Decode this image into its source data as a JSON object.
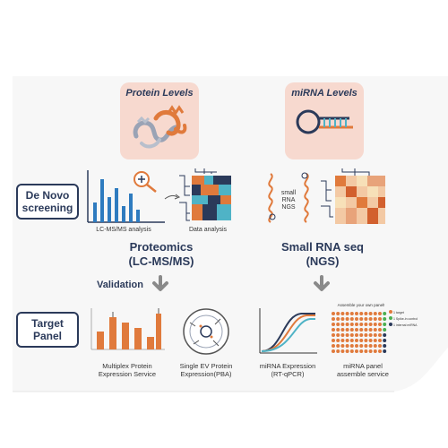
{
  "levels": {
    "protein": "Protein Levels",
    "mirna": "miRNA Levels"
  },
  "stages": {
    "de_novo": [
      "De Novo",
      "screening"
    ],
    "target": [
      "Target",
      "Panel"
    ]
  },
  "captions": {
    "lcms_analysis": "LC-MS/MS analysis",
    "data_analysis": "Data analysis",
    "small_rna": [
      "small",
      "RNA",
      "NGS"
    ],
    "multiplex": [
      "Multiplex Protein",
      "Expression Service"
    ],
    "single_ev": [
      "Single EV Protein",
      "Expression(PBA)"
    ],
    "mirna_expression": [
      "miRNA Expression",
      "(RT-qPCR)"
    ],
    "mirna_panel": [
      "miRNA panel",
      "assemble service"
    ]
  },
  "methods": {
    "proteomics": [
      "Proteomics",
      "(LC-MS/MS)"
    ],
    "small_rna_seq": [
      "Small RNA seq",
      "(NGS)"
    ]
  },
  "validation_label": "Validation",
  "panel_header": "Assemble your own panel!",
  "legend_items": [
    "1 target",
    "1 Spike-in control",
    "1 internal miRNA"
  ],
  "colors": {
    "navy": "#2b3a5a",
    "orange": "#e07a3c",
    "blue": "#2e7bbf",
    "teal": "#4fb3c6",
    "peach": "#f7d9cf",
    "gray_arrow": "#8a8a8a"
  }
}
